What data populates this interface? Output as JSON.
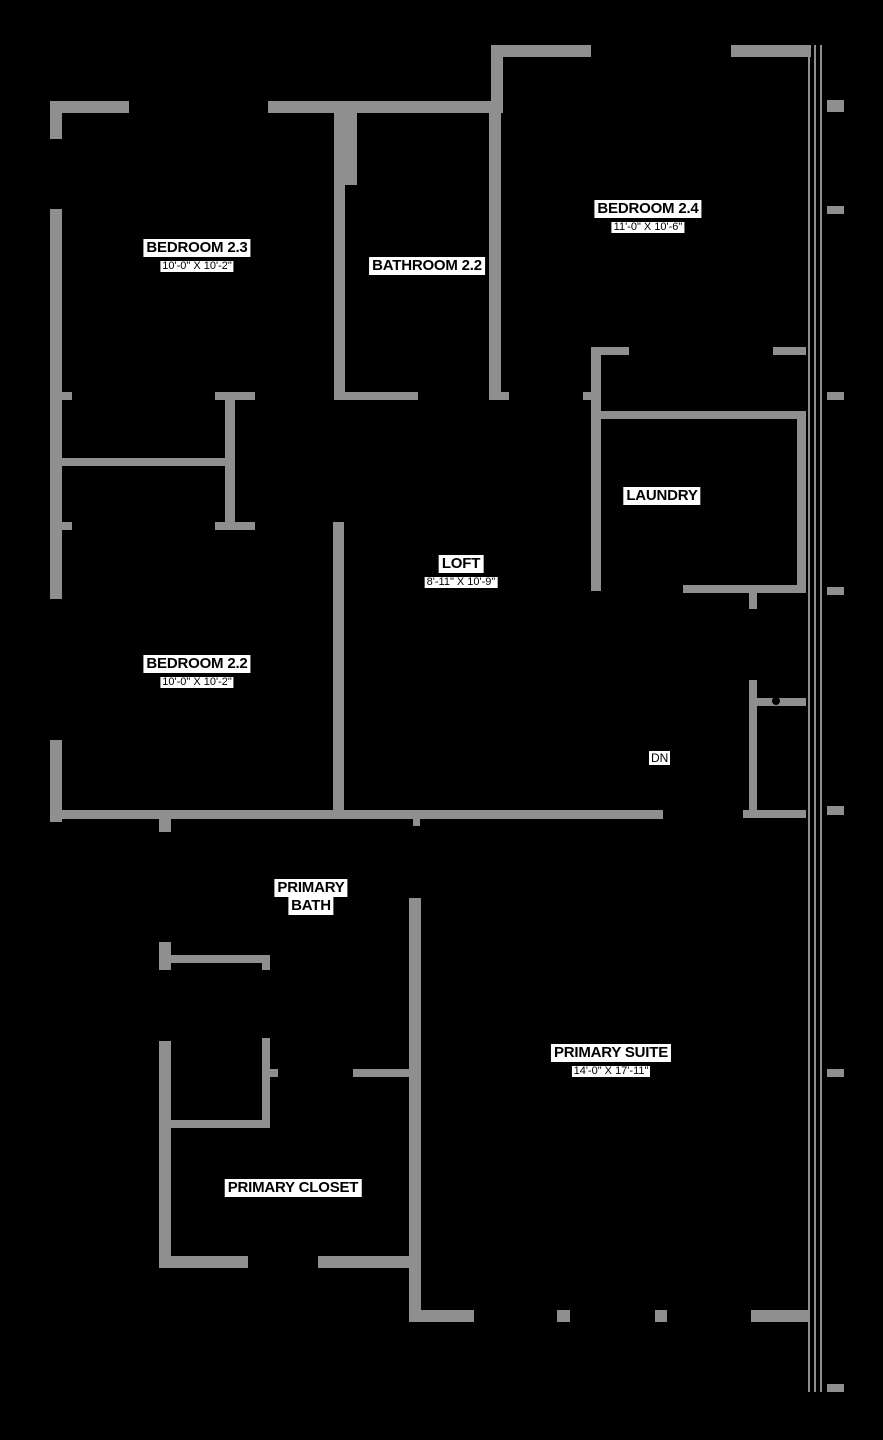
{
  "colors": {
    "background": "#000000",
    "wall": "#8f8f8f",
    "label_bg": "#ffffff",
    "label_text": "#000000"
  },
  "rooms": {
    "bedroom_2_3": {
      "name": "BEDROOM 2.3",
      "dims": "10'-0\" X 10'-2\""
    },
    "bathroom_2_2": {
      "name": "BATHROOM 2.2"
    },
    "bedroom_2_4": {
      "name": "BEDROOM 2.4",
      "dims": "11'-0\" X 10'-6\""
    },
    "laundry": {
      "name": "LAUNDRY"
    },
    "loft": {
      "name": "LOFT",
      "dims": "8'-11\" X 10'-9\""
    },
    "bedroom_2_2": {
      "name": "BEDROOM 2.2",
      "dims": "10'-0\" X 10'-2\""
    },
    "primary_bath": {
      "name_line1": "PRIMARY",
      "name_line2": "BATH"
    },
    "primary_suite": {
      "name": "PRIMARY SUITE",
      "dims": "14'-0\" X 17'-11\""
    },
    "primary_closet": {
      "name": "PRIMARY CLOSET"
    }
  },
  "stair": {
    "label": "DN"
  }
}
